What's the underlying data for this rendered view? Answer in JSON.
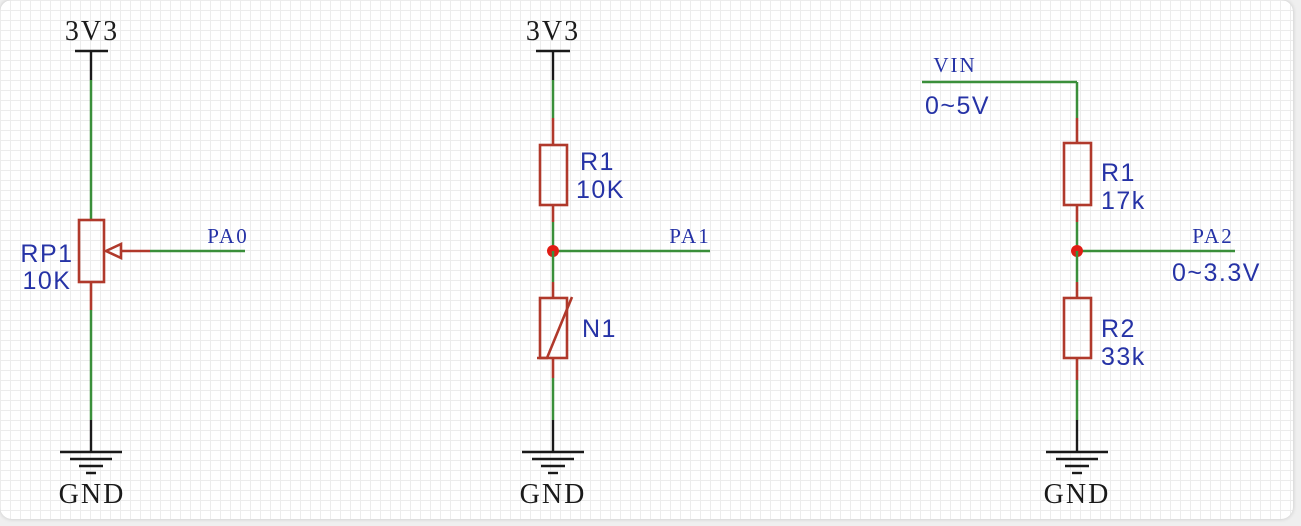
{
  "colors": {
    "wire": "#3a8f3a",
    "component": "#b0392b",
    "label": "#2633a6",
    "ink": "#1a1a1a",
    "node": "#e01c14"
  },
  "circuits": [
    {
      "power": "3V3",
      "ground": "GND",
      "net": "PA0",
      "potentiometer": {
        "ref": "RP1",
        "value": "10K"
      }
    },
    {
      "power": "3V3",
      "ground": "GND",
      "net": "PA1",
      "resistor": {
        "ref": "R1",
        "value": "10K"
      },
      "thermistor": {
        "ref": "N1"
      }
    },
    {
      "input_net": "VIN",
      "input_range": "0~5V",
      "ground": "GND",
      "net": "PA2",
      "output_range": "0~3.3V",
      "r_top": {
        "ref": "R1",
        "value": "17k"
      },
      "r_bottom": {
        "ref": "R2",
        "value": "33k"
      }
    }
  ]
}
